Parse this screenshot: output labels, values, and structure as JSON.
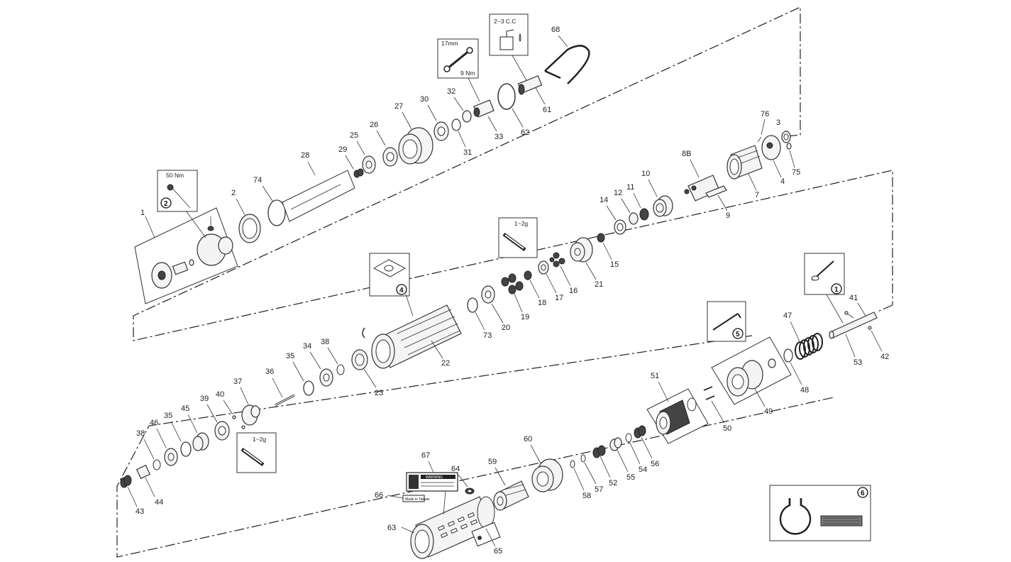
{
  "parts": {
    "p1": "1",
    "p2": "2",
    "p3": "3",
    "p4": "4",
    "p7": "7",
    "p8b": "8B",
    "p9": "9",
    "p10": "10",
    "p11": "11",
    "p12": "12",
    "p14": "14",
    "p15": "15",
    "p16": "16",
    "p17": "17",
    "p18": "18",
    "p19": "19",
    "p20": "20",
    "p21": "21",
    "p22": "22",
    "p23": "23",
    "p25": "25",
    "p26": "26",
    "p27": "27",
    "p28": "28",
    "p29": "29",
    "p30": "30",
    "p31": "31",
    "p32": "32",
    "p33": "33",
    "p34": "34",
    "p35a": "35",
    "p35b": "35",
    "p36": "36",
    "p37": "37",
    "p38a": "38",
    "p38b": "38",
    "p39": "39",
    "p40": "40",
    "p41": "41",
    "p42": "42",
    "p43": "43",
    "p44": "44",
    "p45": "45",
    "p46": "46",
    "p47": "47",
    "p48": "48",
    "p49": "49",
    "p50": "50",
    "p51": "51",
    "p52": "52",
    "p53": "53",
    "p54": "54",
    "p55": "55",
    "p56": "56",
    "p57": "57",
    "p58": "58",
    "p59": "59",
    "p60": "60",
    "p61": "61",
    "p62": "62",
    "p63": "63",
    "p64": "64",
    "p65": "65",
    "p66": "66",
    "p67": "67",
    "p68": "68",
    "p73": "73",
    "p74": "74",
    "p75": "75",
    "p76": "76"
  },
  "callouts": {
    "c1": "1",
    "c2": "2",
    "c4": "4",
    "c5": "5",
    "c6": "6"
  },
  "specs": {
    "torque_50": "50 Nm",
    "wrench_size": "17mm",
    "torque_9": "9 Nm",
    "oil": "2~3 C.C",
    "grease_a": "1~2g",
    "grease_b": "1~2g"
  },
  "labels": {
    "made_in": "Made in Taiwan",
    "warning": "WARNING"
  }
}
